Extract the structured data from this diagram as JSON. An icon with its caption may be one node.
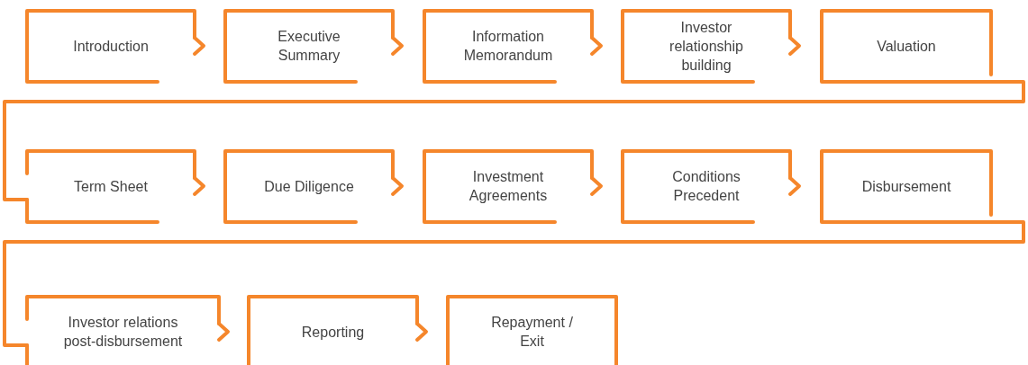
{
  "diagram": {
    "nodes": [
      {
        "text": [
          "Introduction"
        ]
      },
      {
        "text": [
          "Executive Summary"
        ]
      },
      {
        "text": [
          "Information Memorandum"
        ]
      },
      {
        "text": [
          "Investor relationship building"
        ]
      },
      {
        "text": [
          "Valuation"
        ]
      },
      {
        "text": [
          "Term Sheet"
        ]
      },
      {
        "text": [
          "Due Diligence"
        ]
      },
      {
        "text": [
          "Investment Agreements"
        ]
      },
      {
        "text": [
          "Conditions Precedent"
        ]
      },
      {
        "text": [
          "Disbursement"
        ]
      },
      {
        "text": [
          "Investor relations post-disbursement"
        ]
      },
      {
        "text": [
          "Reporting"
        ]
      },
      {
        "text": [
          "Repayment / Exit"
        ]
      }
    ],
    "edges": [
      {
        "from": 0,
        "to": 1,
        "arrow": "to"
      },
      {
        "from": 1,
        "to": 2,
        "arrow": "to"
      },
      {
        "from": 2,
        "to": 3,
        "arrow": "to"
      },
      {
        "from": 3,
        "to": 4,
        "arrow": "to"
      },
      {
        "from": 4,
        "to": 5,
        "arrow": "none"
      },
      {
        "from": 5,
        "to": 6,
        "arrow": "to"
      },
      {
        "from": 6,
        "to": 7,
        "arrow": "to"
      },
      {
        "from": 7,
        "to": 8,
        "arrow": "to"
      },
      {
        "from": 8,
        "to": 9,
        "arrow": "to"
      },
      {
        "from": 9,
        "to": 10,
        "arrow": "none"
      },
      {
        "from": 10,
        "to": 11,
        "arrow": "to"
      },
      {
        "from": 11,
        "to": 12,
        "arrow": "to"
      }
    ]
  }
}
